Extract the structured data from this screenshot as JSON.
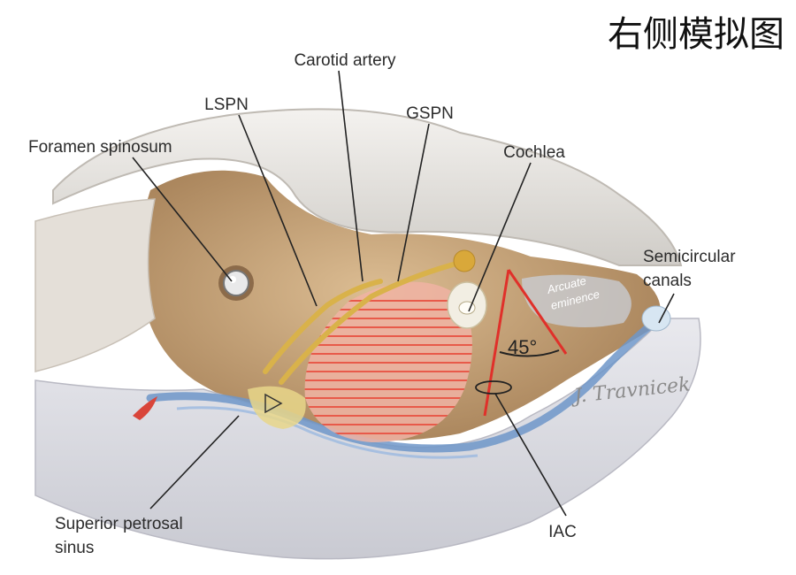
{
  "corner_title": "右侧模拟图",
  "labels": {
    "carotid_artery": "Carotid artery",
    "lspn": "LSPN",
    "gspn": "GSPN",
    "foramen_spinosum": "Foramen spinosum",
    "cochlea": "Cochlea",
    "semicircular_canals_line1": "Semicircular",
    "semicircular_canals_line2": "canals",
    "arcuate_line1": "Arcuate",
    "arcuate_line2": "eminence",
    "angle": "45°",
    "iac": "IAC",
    "superior_petrosal_sinus_line1": "Superior petrosal",
    "superior_petrosal_sinus_line2": "sinus",
    "artist_signature": "J. Travnicek"
  },
  "colors": {
    "bone": "#c9a67c",
    "bone_dark": "#a8835a",
    "dura": "#e8e6e2",
    "nerve": "#d9b24a",
    "hatch": "#e85a4a",
    "triangle": "#e0302a",
    "sinus": "#6f97c9"
  }
}
